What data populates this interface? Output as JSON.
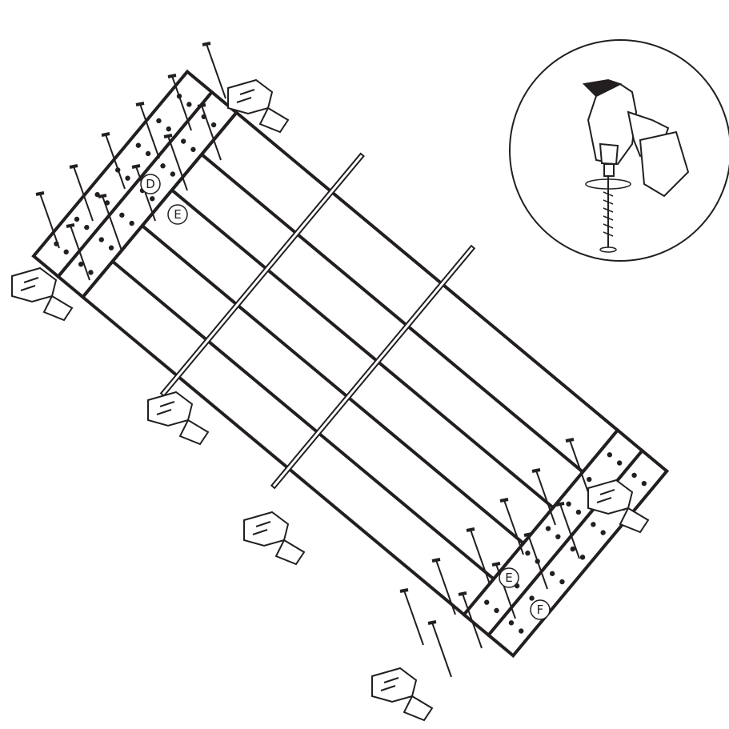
{
  "diagram": {
    "part_labels": [
      {
        "id": "label-d-top",
        "text": "D"
      },
      {
        "id": "label-e-top",
        "text": "E"
      },
      {
        "id": "label-e-bottom",
        "text": "E"
      },
      {
        "id": "label-f-bottom",
        "text": "F"
      }
    ],
    "colors": {
      "stroke": "#231f20",
      "fill": "#ffffff"
    },
    "icons": [
      "power-drill-icon",
      "screw-icon",
      "clamp-icon"
    ]
  }
}
